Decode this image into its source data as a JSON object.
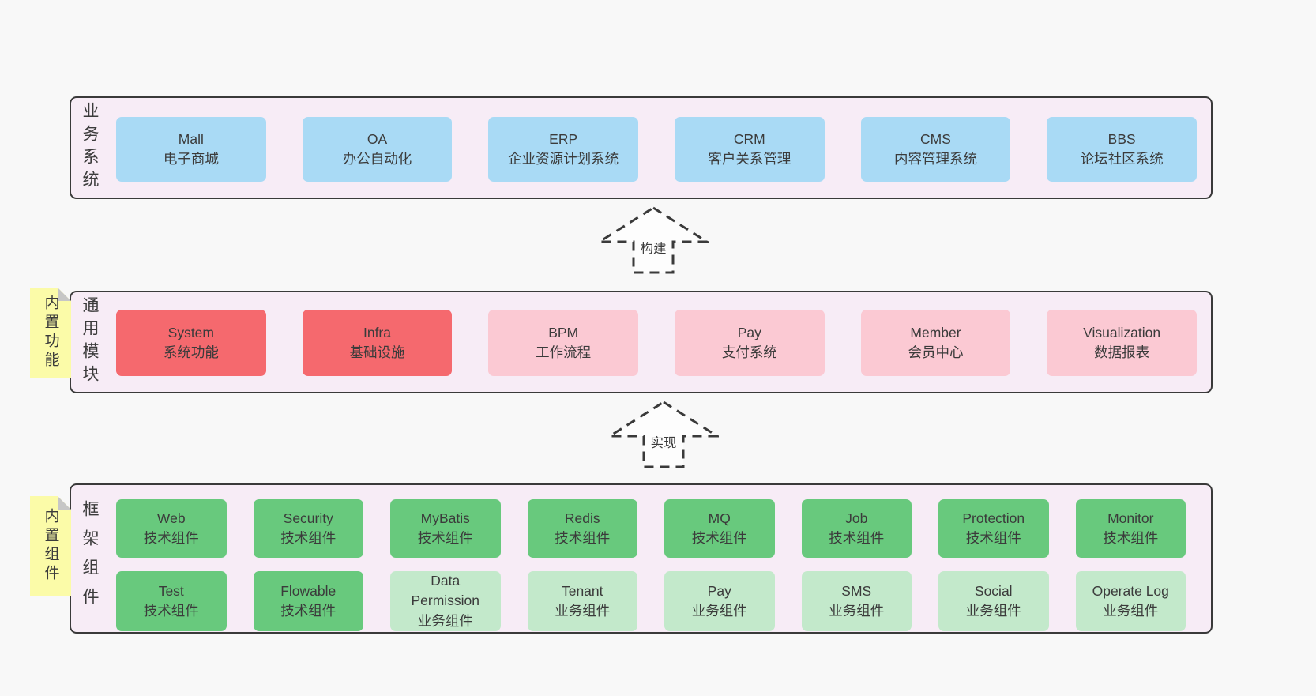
{
  "colors": {
    "page_bg": "#f8f8f8",
    "section_bg": "#f7ecf6",
    "section_border": "#3a3a3a",
    "blue": "#a9daf5",
    "red": "#f5696e",
    "pink": "#fbc9d3",
    "green": "#68c97d",
    "lightgreen": "#c3e9cb",
    "sticky_yellow": "#fbfba8",
    "sticky_fold": "#c6c6c6",
    "text": "#3b3b3b"
  },
  "arrows": [
    {
      "label": "构建"
    },
    {
      "label": "实现"
    }
  ],
  "sections": [
    {
      "label": "业务系统",
      "rows": [
        [
          {
            "name": "Mall",
            "desc": "电子商城",
            "variant": "blue"
          },
          {
            "name": "OA",
            "desc": "办公自动化",
            "variant": "blue"
          },
          {
            "name": "ERP",
            "desc": "企业资源计划系统",
            "variant": "blue"
          },
          {
            "name": "CRM",
            "desc": "客户关系管理",
            "variant": "blue"
          },
          {
            "name": "CMS",
            "desc": "内容管理系统",
            "variant": "blue"
          },
          {
            "name": "BBS",
            "desc": "论坛社区系统",
            "variant": "blue"
          }
        ]
      ]
    },
    {
      "label": "通用模块",
      "sticky": "内置功能",
      "rows": [
        [
          {
            "name": "System",
            "desc": "系统功能",
            "variant": "red"
          },
          {
            "name": "Infra",
            "desc": "基础设施",
            "variant": "red"
          },
          {
            "name": "BPM",
            "desc": "工作流程",
            "variant": "pink"
          },
          {
            "name": "Pay",
            "desc": "支付系统",
            "variant": "pink"
          },
          {
            "name": "Member",
            "desc": "会员中心",
            "variant": "pink"
          },
          {
            "name": "Visualization",
            "desc": "数据报表",
            "variant": "pink"
          }
        ]
      ]
    },
    {
      "label": "框架组件",
      "sticky": "内置组件",
      "rows": [
        [
          {
            "name": "Web",
            "desc": "技术组件",
            "variant": "green"
          },
          {
            "name": "Security",
            "desc": "技术组件",
            "variant": "green"
          },
          {
            "name": "MyBatis",
            "desc": "技术组件",
            "variant": "green"
          },
          {
            "name": "Redis",
            "desc": "技术组件",
            "variant": "green"
          },
          {
            "name": "MQ",
            "desc": "技术组件",
            "variant": "green"
          },
          {
            "name": "Job",
            "desc": "技术组件",
            "variant": "green"
          },
          {
            "name": "Protection",
            "desc": "技术组件",
            "variant": "green"
          },
          {
            "name": "Monitor",
            "desc": "技术组件",
            "variant": "green"
          }
        ],
        [
          {
            "name": "Test",
            "desc": "技术组件",
            "variant": "green"
          },
          {
            "name": "Flowable",
            "desc": "技术组件",
            "variant": "green"
          },
          {
            "name": "Data Permission",
            "desc": "业务组件",
            "variant": "lightgreen"
          },
          {
            "name": "Tenant",
            "desc": "业务组件",
            "variant": "lightgreen"
          },
          {
            "name": "Pay",
            "desc": "业务组件",
            "variant": "lightgreen"
          },
          {
            "name": "SMS",
            "desc": "业务组件",
            "variant": "lightgreen"
          },
          {
            "name": "Social",
            "desc": "业务组件",
            "variant": "lightgreen"
          },
          {
            "name": "Operate Log",
            "desc": "业务组件",
            "variant": "lightgreen"
          }
        ]
      ]
    }
  ]
}
